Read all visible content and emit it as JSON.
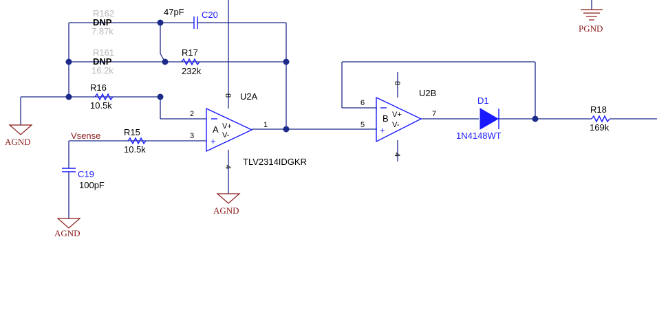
{
  "components": {
    "r162": {
      "ref": "R162",
      "status": "DNP",
      "value": "7.87k"
    },
    "r161": {
      "ref": "R161",
      "status": "DNP",
      "value": "16.2k"
    },
    "c20": {
      "ref": "C20",
      "value": "47pF"
    },
    "r17": {
      "ref": "R17",
      "value": "232k"
    },
    "r16": {
      "ref": "R16",
      "value": "10.5k"
    },
    "r15": {
      "ref": "R15",
      "value": "10.5k"
    },
    "c19": {
      "ref": "C19",
      "value": "100pF"
    },
    "r18": {
      "ref": "R18",
      "value": "169k"
    },
    "d1": {
      "ref": "D1",
      "value": "1N4148WT"
    },
    "u2a": {
      "ref": "U2A",
      "part": "TLV2314IDGKR",
      "unit": "A",
      "vplus": "V+",
      "vminus": "V-",
      "pin_inv": "2",
      "pin_noninv": "3",
      "pin_out": "1",
      "pin_vpos": "8",
      "pin_vneg": "4",
      "minus_sign": "−",
      "plus_sign": "+"
    },
    "u2b": {
      "ref": "U2B",
      "unit": "B",
      "vplus": "V+",
      "vminus": "V-",
      "pin_inv": "6",
      "pin_noninv": "5",
      "pin_out": "7",
      "pin_vpos": "8",
      "pin_vneg": "4",
      "minus_sign": "−",
      "plus_sign": "+"
    }
  },
  "nets": {
    "vsense": "Vsense",
    "agnd_1": "AGND",
    "agnd_2": "AGND",
    "agnd_3": "AGND",
    "pgnd": "PGND"
  },
  "colors": {
    "wire": "#1c2a8a",
    "component": "#1a1aff",
    "ground": "#8b1a1a",
    "net_label": "#8b1a1a",
    "dnp_value": "#b8b8b8"
  }
}
